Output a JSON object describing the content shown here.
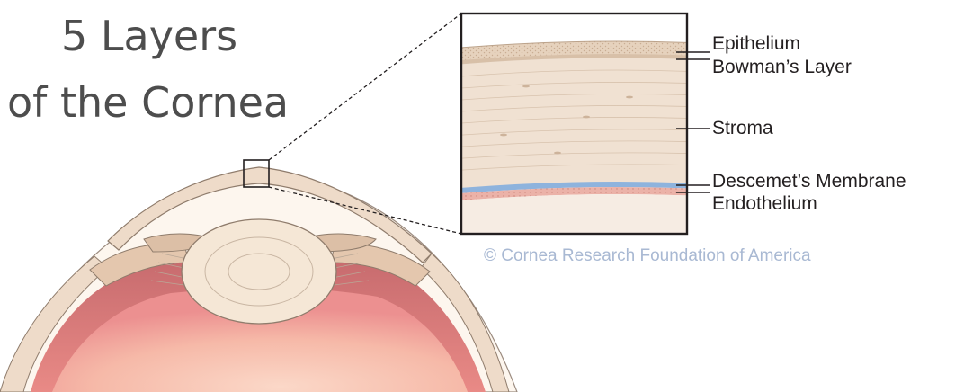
{
  "title": {
    "line1": "5 Layers",
    "line2": "of the Cornea"
  },
  "layers": [
    {
      "name": "Epithelium"
    },
    {
      "name": "Bowman’s Layer"
    },
    {
      "name": "Stroma"
    },
    {
      "name": "Descemet’s Membrane"
    },
    {
      "name": "Endothelium"
    }
  ],
  "copyright": "© Cornea Research Foundation of America",
  "colors": {
    "sclera_white": "#ffffff",
    "cornea_tan": "#eedbc9",
    "iris_tan": "#e4c7ae",
    "lens_cream": "#f5e7d6",
    "choroid_red": "#e8868a",
    "vitreous_pink": "#f9c9b9",
    "descemet_blue": "#8eb3dd",
    "endothelium_pink": "#e7a7a0",
    "outline": "#231f20"
  },
  "icons": [
    "eye-cross-section-illustration",
    "zoom-box"
  ]
}
